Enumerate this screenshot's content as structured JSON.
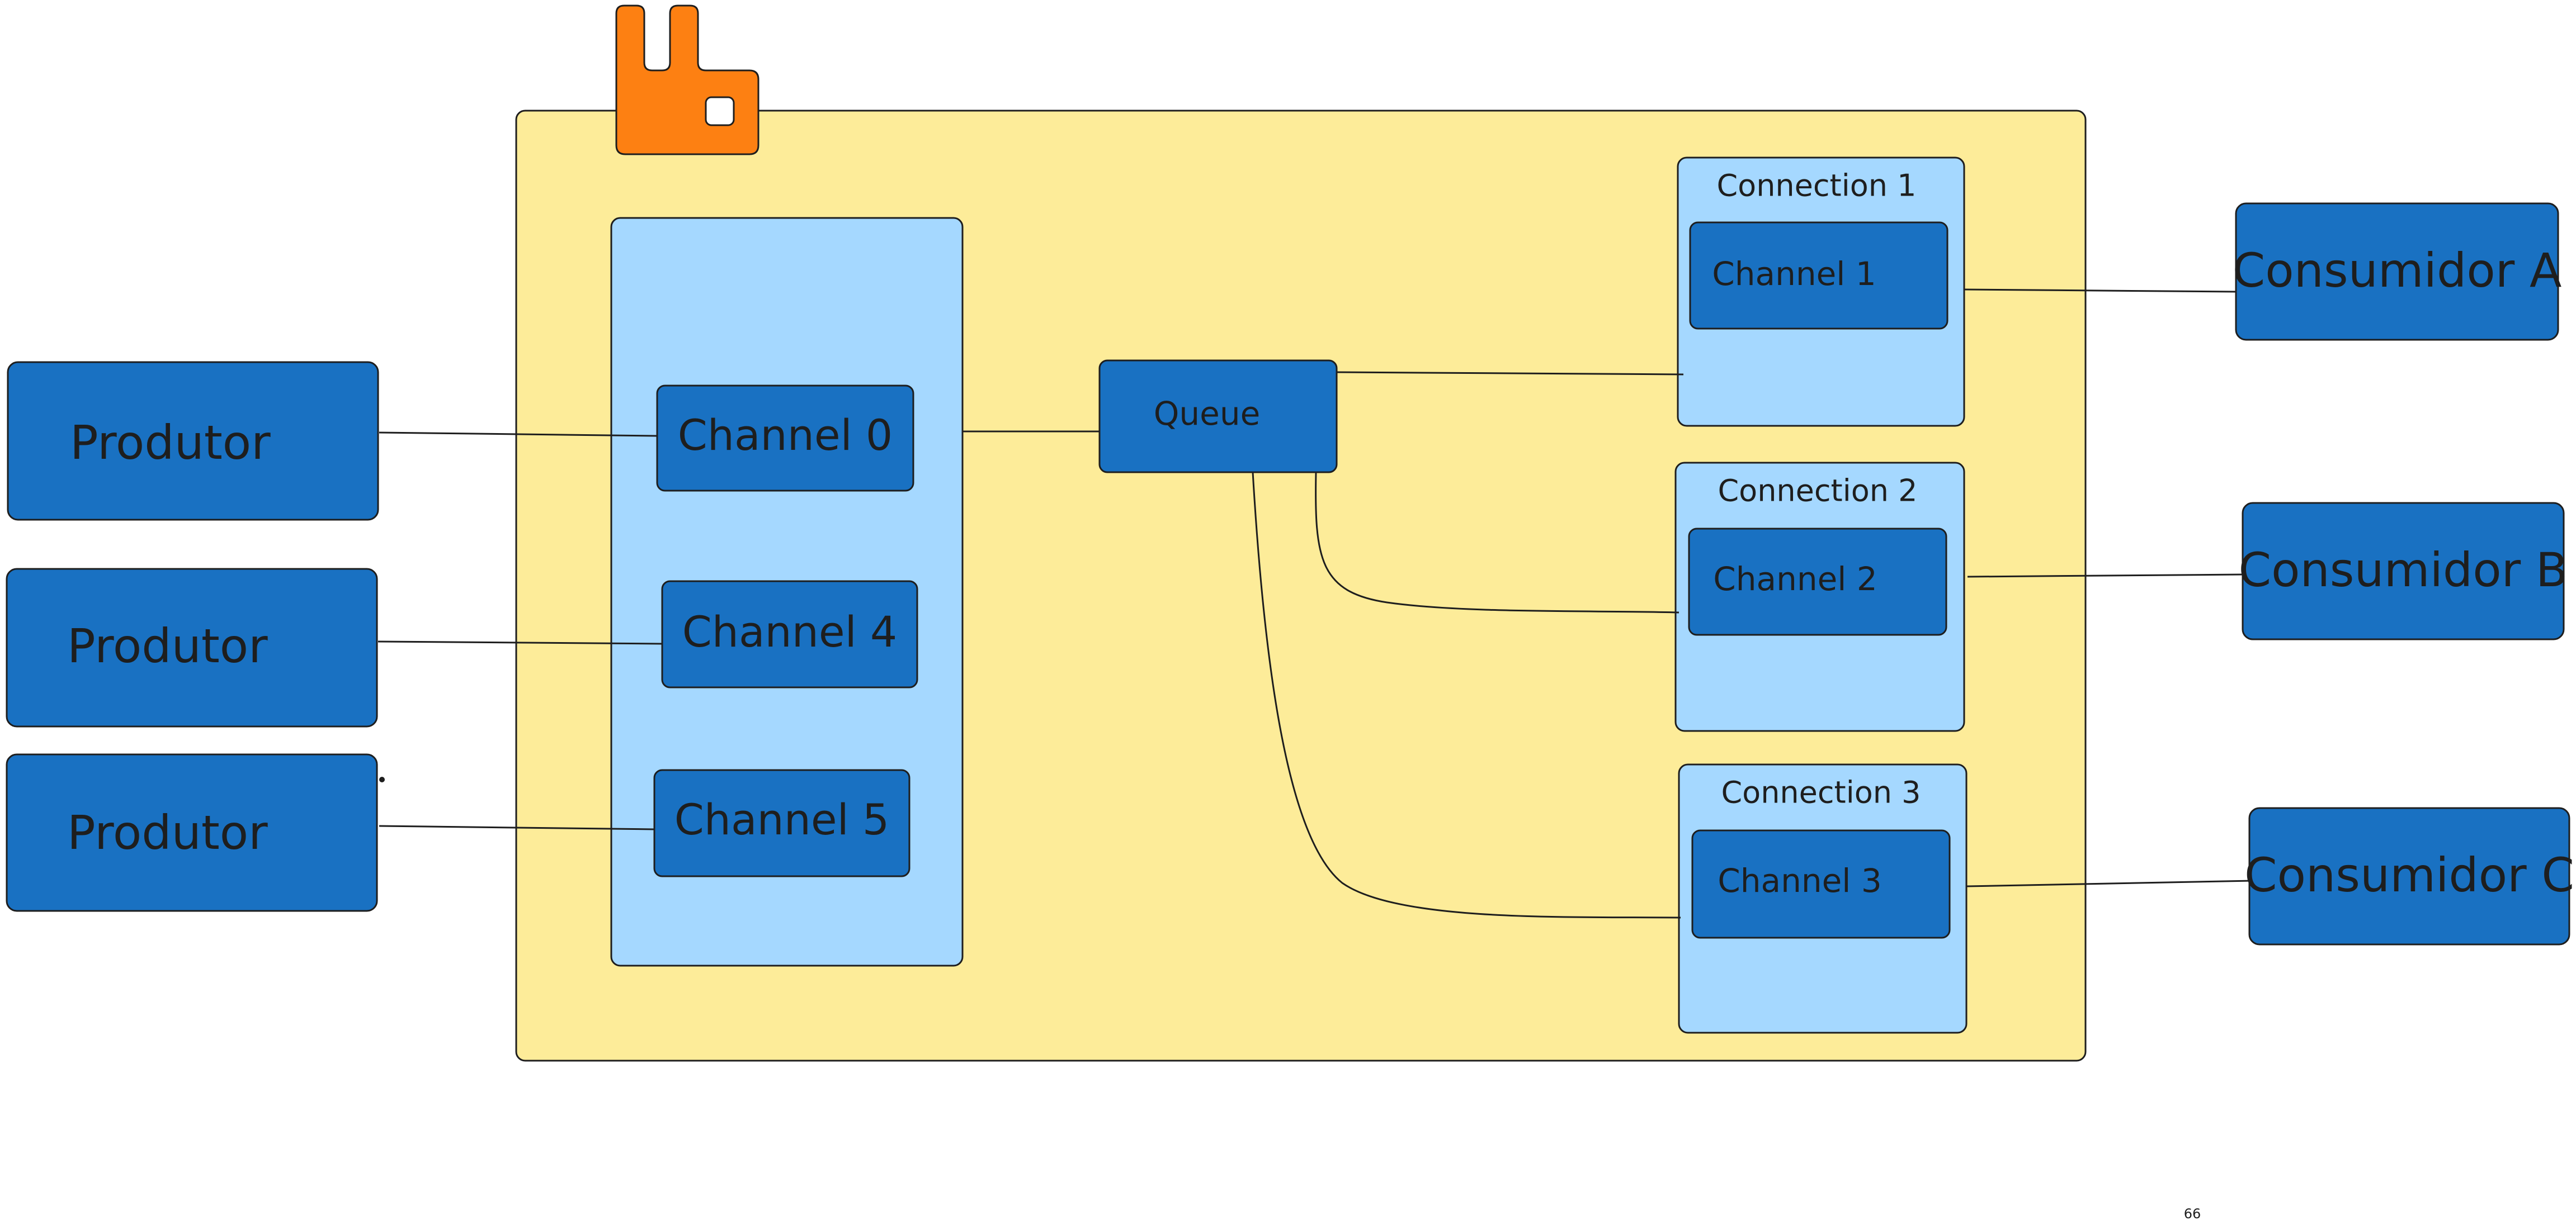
{
  "colors": {
    "broker_fill": "#fdec99",
    "channel_group_fill": "#a5d8ff",
    "box_fill": "#1971c2",
    "logo_fill": "#fd8012",
    "stroke": "#1e1e1e"
  },
  "icons": {
    "logo": "rabbitmq-logo-icon"
  },
  "producers": [
    {
      "label": "Produtor"
    },
    {
      "label": "Produtor"
    },
    {
      "label": "Produtor"
    }
  ],
  "channels_in": [
    {
      "label": "Channel 0"
    },
    {
      "label": "Channel 4"
    },
    {
      "label": "Channel 5"
    }
  ],
  "queue": {
    "label": "Queue"
  },
  "connections": [
    {
      "title": "Connection 1",
      "channel": "Channel 1"
    },
    {
      "title": "Connection 2",
      "channel": "Channel 2"
    },
    {
      "title": "Connection 3",
      "channel": "Channel 3"
    }
  ],
  "consumers": [
    {
      "label": "Consumidor A"
    },
    {
      "label": "Consumidor B"
    },
    {
      "label": "Consumidor C"
    }
  ],
  "footer_mark": "66"
}
